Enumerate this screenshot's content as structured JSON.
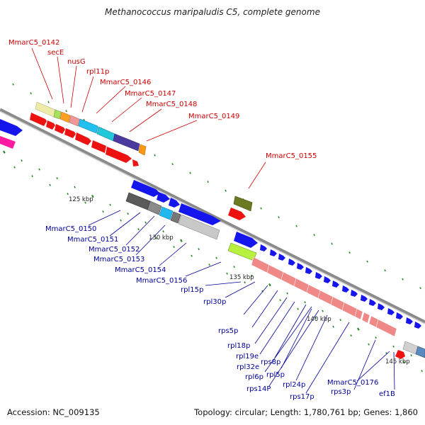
{
  "title": "Methanococcus maripaludis C5, complete genome",
  "footer": {
    "accession": "Accession: NC_009135",
    "summary": "Topology: circular; Length: 1,780,761 bp; Genes: 1,860"
  },
  "colors": {
    "label_top": "#cc0000",
    "label_bottom": "#000099",
    "backbone": "#8a8a8a",
    "tick": "#2a8a2a",
    "ruler_text": "#222222"
  },
  "ruler_labels": [
    "125 kbp",
    "130 kbp",
    "135 kbp",
    "140 kbp",
    "145 kbp"
  ],
  "top_labels": [
    "MmarC5_0142",
    "secE",
    "nusG",
    "rpl11p",
    "MmarC5_0146",
    "MmarC5_0147",
    "MmarC5_0148",
    "MmarC5_0149",
    "MmarC5_0155"
  ],
  "bottom_labels": [
    "MmarC5_0150",
    "MmarC5_0151",
    "MmarC5_0152",
    "MmarC5_0153",
    "MmarC5_0154",
    "MmarC5_0156",
    "rpl15p",
    "rpl30p",
    "rps5p",
    "rpl18p",
    "rpl19e",
    "rpl32e",
    "rps8p",
    "rpl6p",
    "rpl5p",
    "rps14P",
    "rpl24p",
    "rps17p",
    "MmarC5_0176",
    "rps3p",
    "ef1B"
  ]
}
